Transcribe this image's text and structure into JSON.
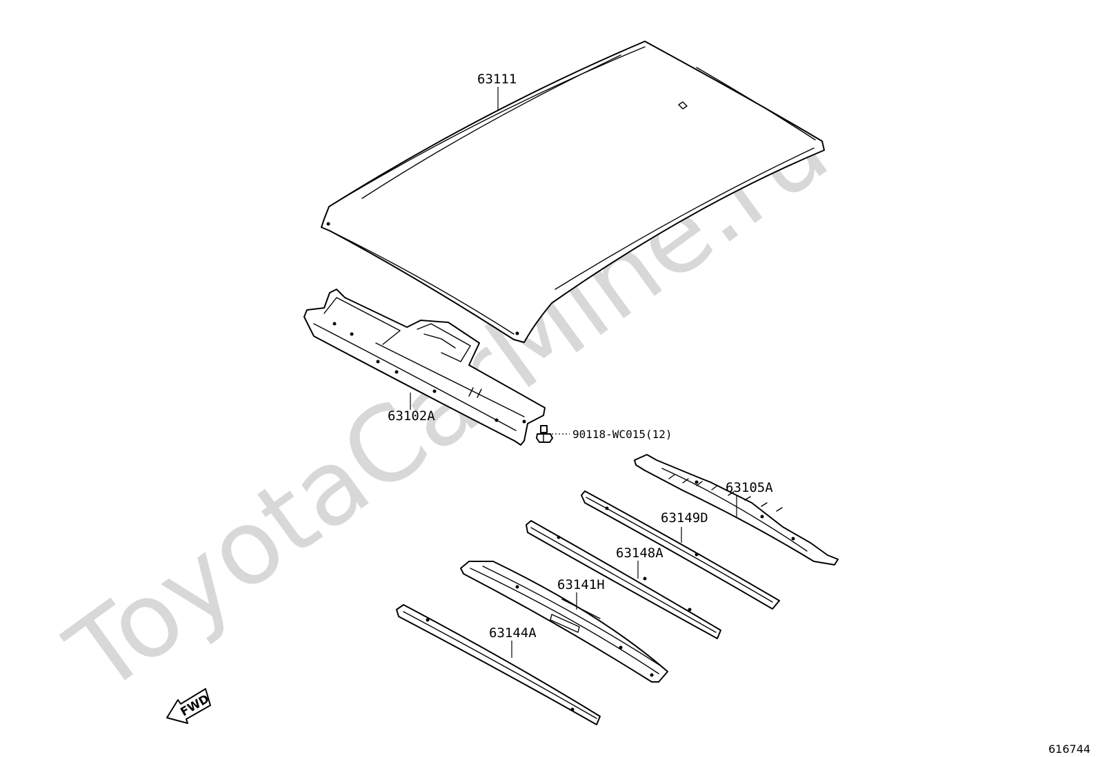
{
  "watermark": "ToyotaCarMine.ru",
  "diagram_number": "616744",
  "fwd_label": "FWD",
  "callouts": {
    "roof_panel": "63111",
    "front_header": "63102A",
    "bolt": "90118-WC015(12)",
    "rear_header": "63105A",
    "bow_1": "63149D",
    "bow_2": "63148A",
    "bow_3": "63141H",
    "bow_4": "63144A"
  }
}
